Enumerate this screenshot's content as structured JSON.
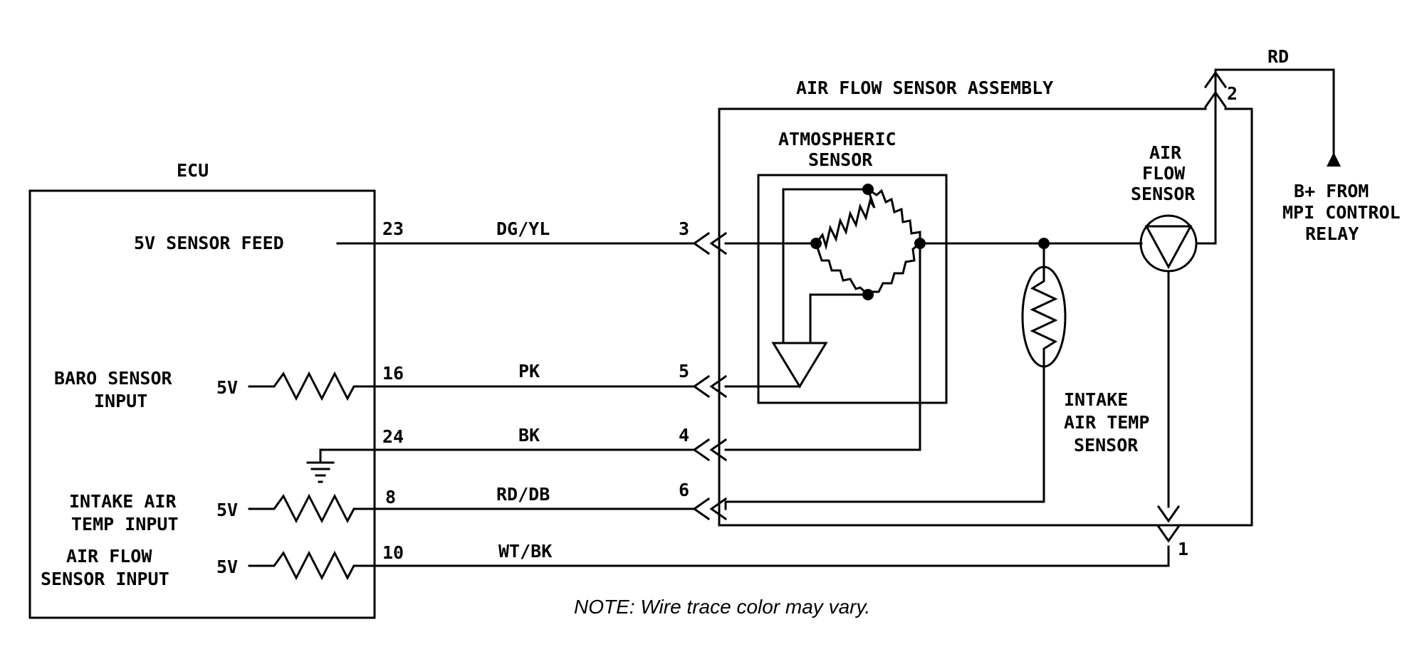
{
  "labels": {
    "ecu": "ECU",
    "assembly": "AIR FLOW SENSOR ASSEMBLY",
    "atmos_1": "ATMOSPHERIC",
    "atmos_2": "SENSOR",
    "afs_1": "AIR",
    "afs_2": "FLOW",
    "afs_3": "SENSOR",
    "iat_1": "INTAKE",
    "iat_2": "AIR TEMP",
    "iat_3": "SENSOR",
    "bplus_1": "B+ FROM",
    "bplus_2": "MPI CONTROL",
    "bplus_3": "RELAY",
    "rd": "RD",
    "note": "NOTE: Wire trace color may vary."
  },
  "ecu_inputs": {
    "sensor_feed": "5V SENSOR FEED",
    "baro_1": "BARO SENSOR",
    "baro_2": "INPUT",
    "iat_1": "INTAKE AIR",
    "iat_2": "TEMP INPUT",
    "afs_1": "AIR FLOW",
    "afs_2": "SENSOR INPUT",
    "v5_a": "5V",
    "v5_b": "5V",
    "v5_c": "5V"
  },
  "wires": [
    {
      "ecu_pin": "23",
      "color": "DG/YL",
      "connector_pin": "3"
    },
    {
      "ecu_pin": "16",
      "color": "PK",
      "connector_pin": "5"
    },
    {
      "ecu_pin": "24",
      "color": "BK",
      "connector_pin": "4"
    },
    {
      "ecu_pin": "8",
      "color": "RD/DB",
      "connector_pin": "6"
    },
    {
      "ecu_pin": "10",
      "color": "WT/BK",
      "connector_pin": "1"
    }
  ],
  "pins": {
    "pin2": "2"
  }
}
